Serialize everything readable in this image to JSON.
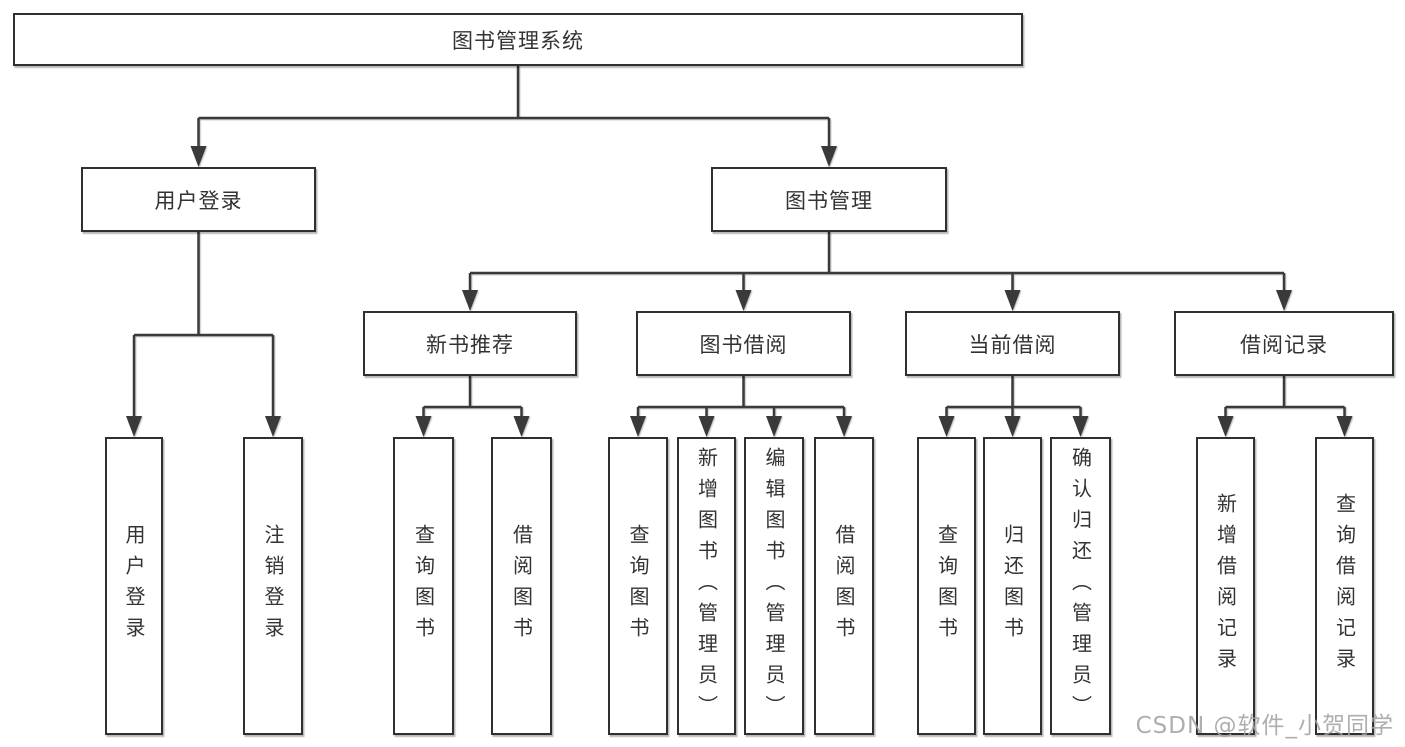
{
  "diagram": {
    "root": {
      "label": "图书管理系统"
    },
    "level2": [
      {
        "label": "用户登录",
        "parent": "图书管理系统"
      },
      {
        "label": "图书管理",
        "parent": "图书管理系统"
      }
    ],
    "level3": [
      {
        "label": "新书推荐",
        "parent": "图书管理"
      },
      {
        "label": "图书借阅",
        "parent": "图书管理"
      },
      {
        "label": "当前借阅",
        "parent": "图书管理"
      },
      {
        "label": "借阅记录",
        "parent": "图书管理"
      }
    ],
    "leaves": [
      {
        "label": "用户登录",
        "parent": "用户登录"
      },
      {
        "label": "注销登录",
        "parent": "用户登录"
      },
      {
        "label": "查询图书",
        "parent": "新书推荐"
      },
      {
        "label": "借阅图书",
        "parent": "新书推荐"
      },
      {
        "label": "查询图书",
        "parent": "图书借阅"
      },
      {
        "label": "新增图书（管理员）",
        "parent": "图书借阅"
      },
      {
        "label": "编辑图书（管理员）",
        "parent": "图书借阅"
      },
      {
        "label": "借阅图书",
        "parent": "图书借阅"
      },
      {
        "label": "查询图书",
        "parent": "当前借阅"
      },
      {
        "label": "归还图书",
        "parent": "当前借阅"
      },
      {
        "label": "确认归还（管理员）",
        "parent": "当前借阅"
      },
      {
        "label": "新增借阅记录",
        "parent": "借阅记录"
      },
      {
        "label": "查询借阅记录",
        "parent": "借阅记录"
      }
    ]
  },
  "watermark": {
    "text": "CSDN @软件_小贺同学"
  },
  "colors": {
    "line": "#3a3a3a",
    "box_border": "#303030",
    "text": "#333333",
    "background": "#ffffff",
    "watermark": "#a3a3a3"
  }
}
